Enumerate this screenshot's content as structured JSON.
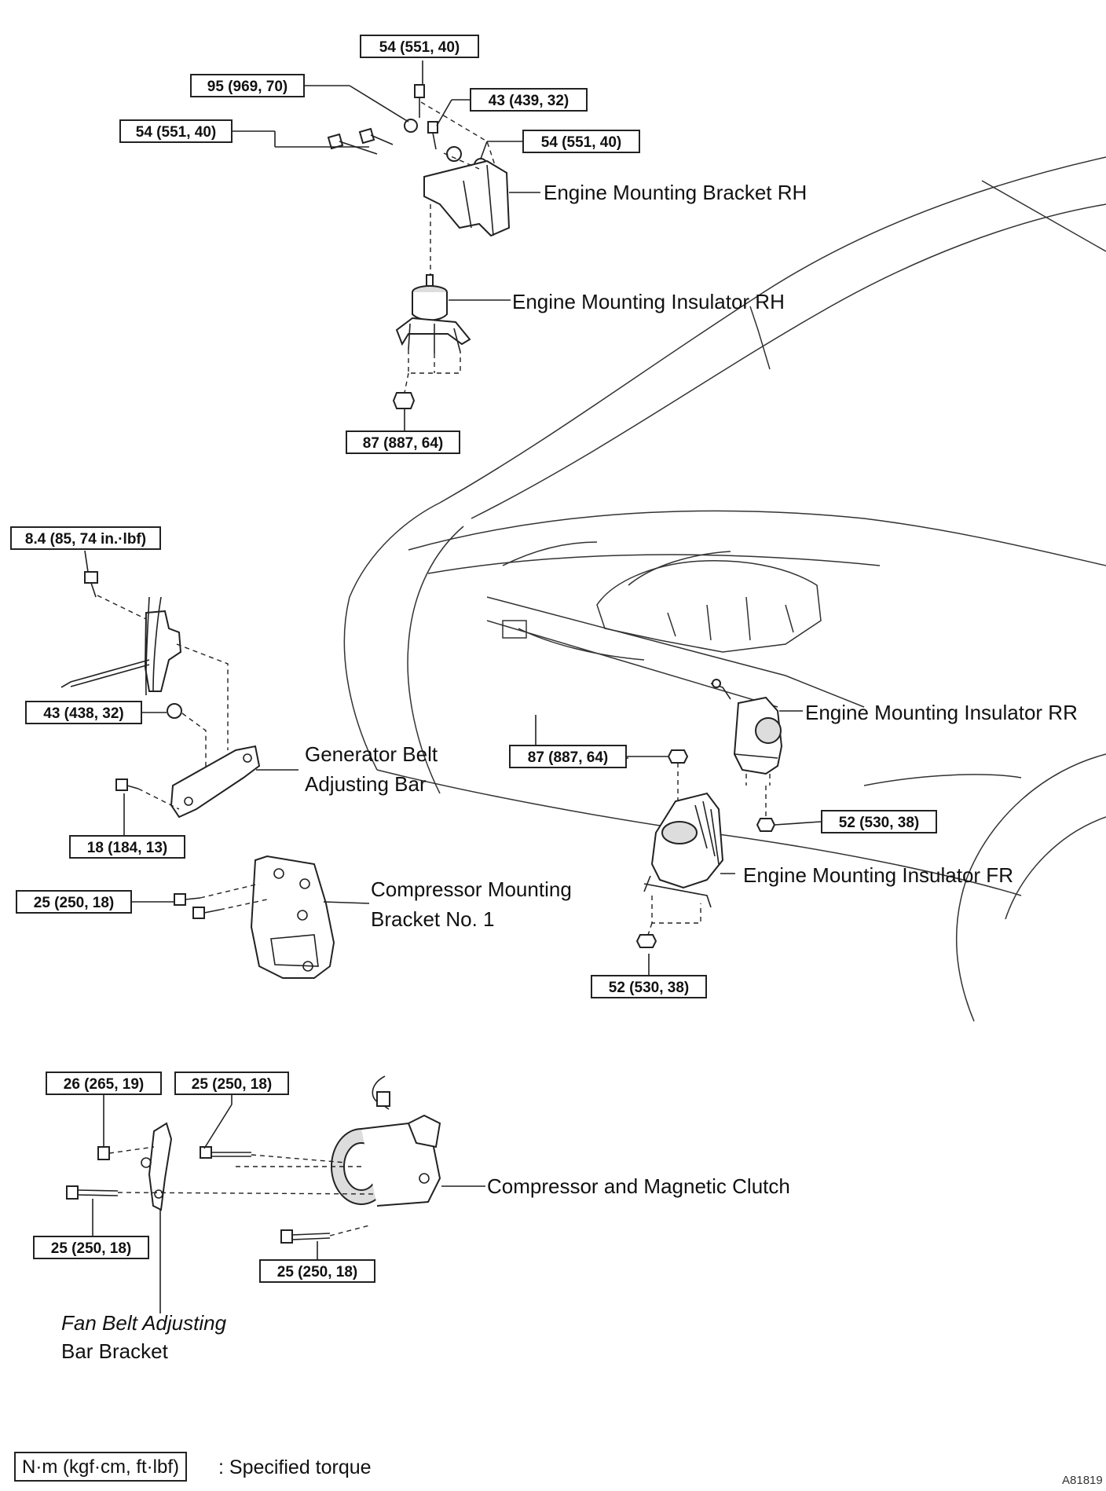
{
  "torques": {
    "t1": "54 (551, 40)",
    "t2": "95 (969, 70)",
    "t3": "43 (439, 32)",
    "t4": "54 (551, 40)",
    "t5": "54 (551, 40)",
    "t6": "87 (887, 64)",
    "t7": "8.4 (85, 74 in.·lbf)",
    "t8": "43 (438, 32)",
    "t9": "18 (184, 13)",
    "t10": "25 (250, 18)",
    "t11": "87 (887, 64)",
    "t12": "52 (530, 38)",
    "t13": "52 (530, 38)",
    "t14": "26 (265, 19)",
    "t15": "25 (250, 18)",
    "t16": "25 (250, 18)",
    "t17": "25 (250, 18)"
  },
  "labels": {
    "bracket_rh": "Engine Mounting Bracket RH",
    "insulator_rh": "Engine Mounting Insulator RH",
    "insulator_rr": "Engine Mounting Insulator RR",
    "insulator_fr": "Engine Mounting Insulator FR",
    "gen_bar_1": "Generator Belt",
    "gen_bar_2": "Adjusting Bar",
    "comp_bracket_1": "Compressor Mounting",
    "comp_bracket_2": "Bracket No. 1",
    "compressor": "Compressor and Magnetic Clutch",
    "fan_bar_1": "Fan Belt Adjusting",
    "fan_bar_2": "Bar Bracket"
  },
  "legend": {
    "unit": "N·m (kgf·cm, ft·lbf)",
    "text": ": Specified torque"
  },
  "figure_ref": "A81819"
}
